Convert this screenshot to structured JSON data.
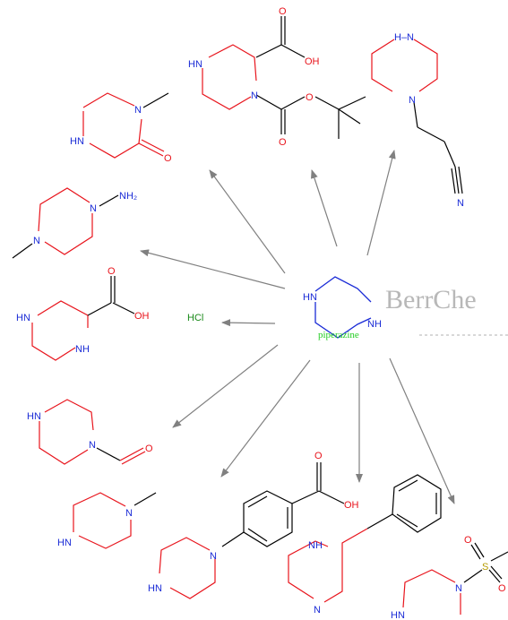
{
  "center": {
    "name": "piperazine",
    "ring_color": "#1a2bd6",
    "label_color": "#22cc22",
    "atoms": {
      "nh_left": "HN",
      "nh_right": "NH"
    }
  },
  "watermark": {
    "text": "BerrChe"
  },
  "colors": {
    "ring": "#e8141c",
    "hetero": "#1a2bd6",
    "oxygen": "#e8141c",
    "bond": "#000000",
    "arrow": "#808080",
    "salt": "#1a8a1a"
  },
  "products": [
    {
      "id": "methyl-piperazinone",
      "labels": {
        "hn": "HN",
        "n": "N",
        "o": "O"
      }
    },
    {
      "id": "boc-piperazine-carboxylic-acid",
      "labels": {
        "hn": "HN",
        "n": "N",
        "o_acid": "O",
        "oh": "OH",
        "o_ester": "O",
        "o_carbonyl": "O"
      }
    },
    {
      "id": "piperazinyl-propanenitrile",
      "labels": {
        "nh": "H–N",
        "n": "N",
        "n_nitrile": "N"
      }
    },
    {
      "id": "amino-methylpiperazine",
      "labels": {
        "n_top": "N",
        "nh2": "NH₂",
        "n_bottom": "N"
      }
    },
    {
      "id": "piperazine-carboxylic-acid",
      "labels": {
        "hn": "HN",
        "nh": "NH",
        "o": "O",
        "oh": "OH"
      }
    },
    {
      "id": "hydrochloride",
      "labels": {
        "hcl": "HCl"
      }
    },
    {
      "id": "piperazine-carbaldehyde",
      "labels": {
        "hn": "HN",
        "n": "N",
        "o": "O"
      }
    },
    {
      "id": "methylpiperazine",
      "labels": {
        "n": "N",
        "hn": "HN"
      }
    },
    {
      "id": "piperazinyl-benzoic-acid",
      "labels": {
        "n": "N",
        "hn": "HN",
        "o": "O",
        "oh": "OH"
      }
    },
    {
      "id": "phenylpiperazine",
      "labels": {
        "nh": "NH",
        "n": "N"
      }
    },
    {
      "id": "sulfonyl-piperazine",
      "labels": {
        "n": "N",
        "s": "S",
        "o1": "O",
        "o2": "O",
        "hn": "HN"
      }
    }
  ]
}
